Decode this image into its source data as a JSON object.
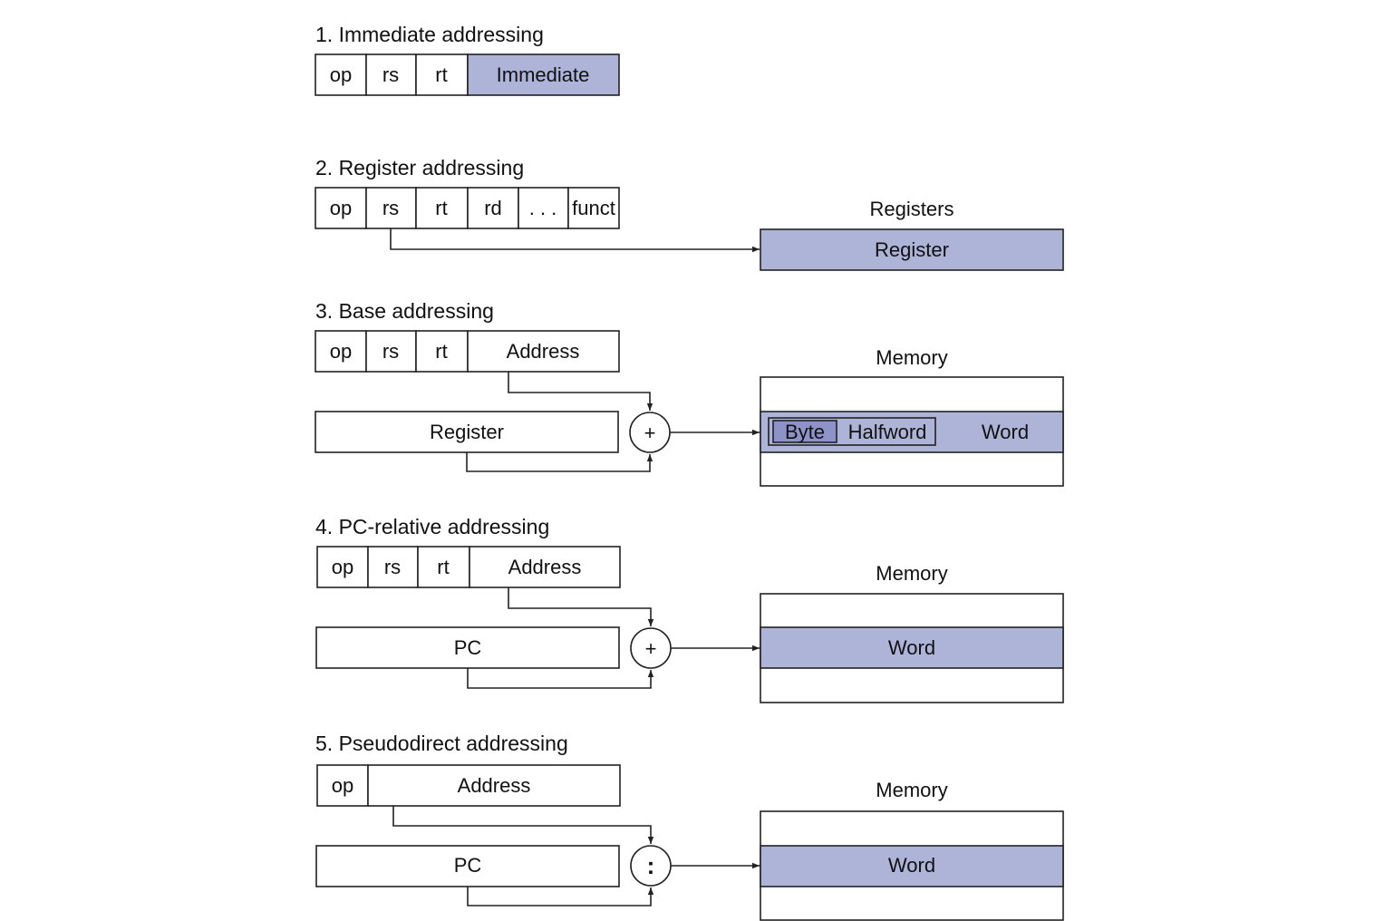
{
  "colors": {
    "highlight": "#aeb3d8",
    "stroke": "#222222",
    "byte_box": "#8d93c6"
  },
  "sections": [
    {
      "heading": "1.  Immediate addressing",
      "fields": [
        "op",
        "rs",
        "rt",
        "Immediate"
      ]
    },
    {
      "heading": "2. Register addressing",
      "fields": [
        "op",
        "rs",
        "rt",
        "rd",
        ". . .",
        "funct"
      ],
      "target_title": "Registers",
      "target_label": "Register"
    },
    {
      "heading": "3.  Base addressing",
      "fields": [
        "op",
        "rs",
        "rt",
        "Address"
      ],
      "source_label": "Register",
      "operator": "+",
      "memory_title": "Memory",
      "memory_cells": [
        "Byte",
        "Halfword",
        "Word"
      ]
    },
    {
      "heading": "4.  PC-relative addressing",
      "fields": [
        "op",
        "rs",
        "rt",
        "Address"
      ],
      "source_label": "PC",
      "operator": "+",
      "memory_title": "Memory",
      "memory_word": "Word"
    },
    {
      "heading": "5.  Pseudodirect addressing",
      "fields": [
        "op",
        "Address"
      ],
      "source_label": "PC",
      "operator": ":",
      "memory_title": "Memory",
      "memory_word": "Word"
    }
  ]
}
